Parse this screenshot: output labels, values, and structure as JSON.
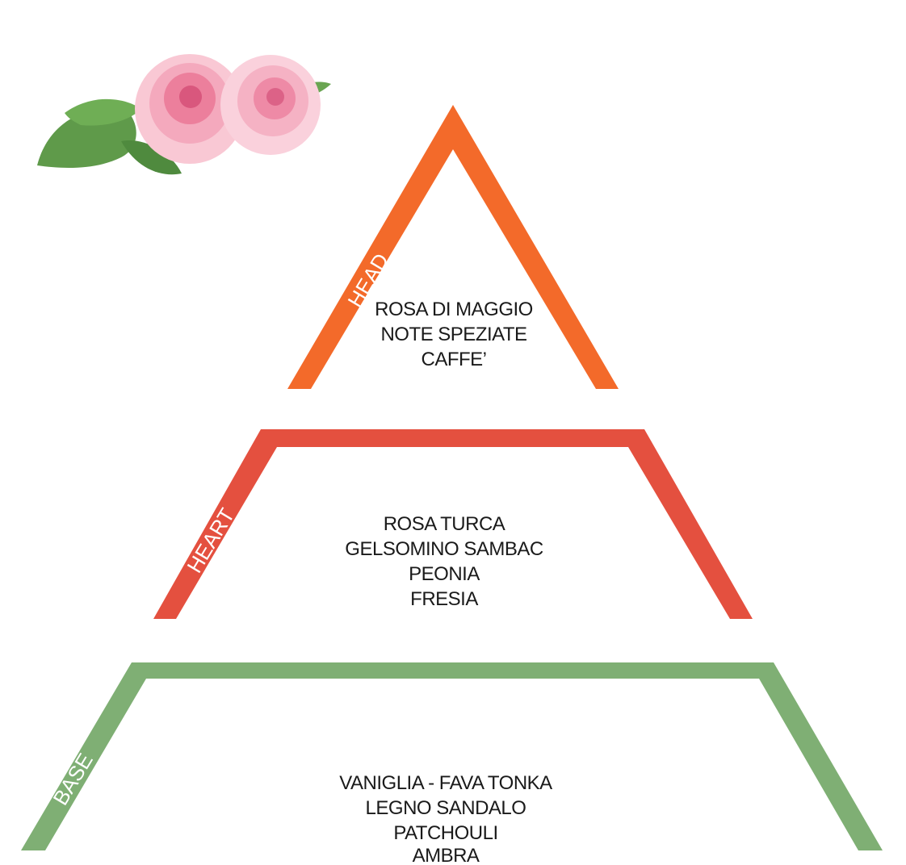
{
  "pyramid": {
    "head": {
      "label": "HEAD",
      "color": "#f36a2a",
      "notes": [
        "ROSA DI MAGGIO",
        "NOTE SPEZIATE",
        "CAFFE’"
      ]
    },
    "heart": {
      "label": "HEART",
      "color": "#e4503f",
      "notes": [
        "ROSA TURCA",
        "GELSOMINO SAMBAC",
        "PEONIA",
        "FRESIA"
      ]
    },
    "base": {
      "label": "BASE",
      "color": "#7faf74",
      "notes": [
        "VANIGLIA - FAVA TONKA",
        "LEGNO SANDALO",
        "PATCHOULI",
        "AMBRA"
      ]
    }
  },
  "decoration": {
    "image": "roses-illustration",
    "petal_color": "#f4a9bd",
    "leaf_color": "#5f9a4a"
  }
}
